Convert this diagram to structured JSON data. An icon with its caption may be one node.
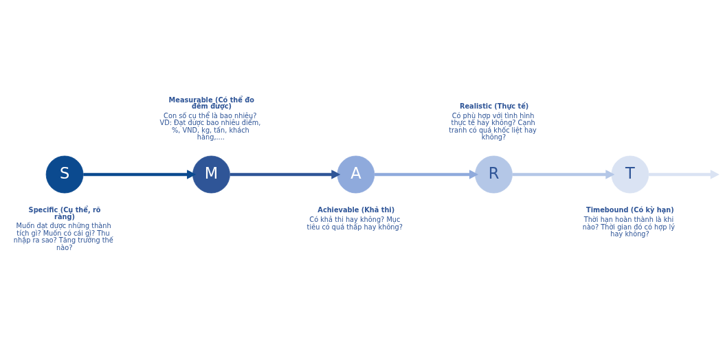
{
  "diagram": {
    "nodes": [
      {
        "text": [
          "S"
        ],
        "beside": [
          "Specific (Cụ thể, rõ ràng)",
          "Muốn đạt được những thành tích gì? Muốn có cái gì? Thu nhập ra sao? Tăng trưởng thế nào?"
        ]
      },
      {
        "text": [
          "M"
        ],
        "beside": [
          "Measurable (Có thể đo đếm được)",
          "Con số cụ thể là bao nhiêu? VD: Đạt được bao nhiêu điểm, %, VND, kg, tấn, khách hàng,...."
        ]
      },
      {
        "text": [
          "A"
        ],
        "beside": [
          "Achievable (Khả thi)",
          "Có khả thi hay không? Mục tiêu có quá thấp hay không?"
        ]
      },
      {
        "text": [
          "R"
        ],
        "beside": [
          "Realistic (Thực tế)",
          "Có phù hợp với tình hình thực tế hay không? Cạnh tranh có quá khốc liệt hay không?"
        ]
      },
      {
        "text": [
          "T"
        ],
        "beside": [
          "Timebound (Có kỳ hạn)",
          "Thời hạn hoàn thành là khi nào? Thời gian đó có hợp lý hay không?"
        ]
      }
    ],
    "edges": [
      {
        "from": 0,
        "to": 1,
        "arrow": "to",
        "color": "#0b4a8f"
      },
      {
        "from": 1,
        "to": 2,
        "arrow": "to",
        "color": "#2f5597"
      },
      {
        "from": 2,
        "to": 3,
        "arrow": "to",
        "color": "#8faadc"
      },
      {
        "from": 3,
        "to": 4,
        "arrow": "to",
        "color": "#b4c7e7"
      },
      {
        "from": 4,
        "to": null,
        "arrow": "to",
        "color": "#dae3f3"
      }
    ]
  }
}
